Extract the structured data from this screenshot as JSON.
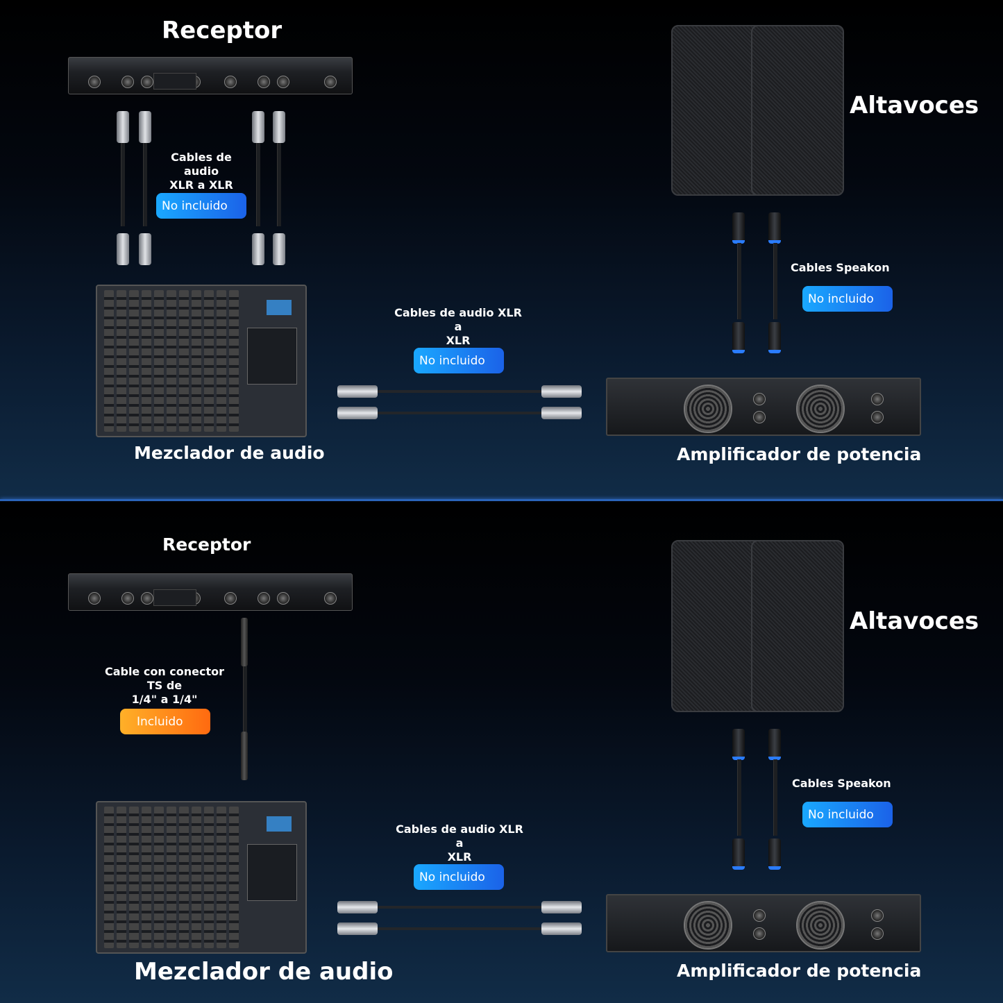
{
  "panels": [
    {
      "receptor_label": "Receptor",
      "altavoces_label": "Altavoces",
      "xlr_cable_label": "Cables de audio\nXLR a XLR",
      "xlr_cable_badge": "No incluido",
      "speakon_label": "Cables Speakon",
      "speakon_badge": "No incluido",
      "mid_cable_label": "Cables de audio XLR a\nXLR",
      "mid_cable_badge": "No incluido",
      "mixer_label": "Mezclador de audio",
      "amp_label": "Amplificador de potencia"
    },
    {
      "receptor_label": "Receptor",
      "altavoces_label": "Altavoces",
      "ts_cable_label": "Cable con conector TS de\n1/4\" a 1/4\"",
      "ts_cable_badge": "Incluido",
      "speakon_label": "Cables Speakon",
      "speakon_badge": "No incluido",
      "mid_cable_label": "Cables de audio XLR a\nXLR",
      "mid_cable_badge": "No incluido",
      "mixer_label": "Mezclador de audio",
      "amp_label": "Amplificador de potencia"
    }
  ],
  "colors": {
    "badge_blue": "#1b62e8",
    "badge_orange": "#ff6a10",
    "divider": "#2a63b8"
  }
}
